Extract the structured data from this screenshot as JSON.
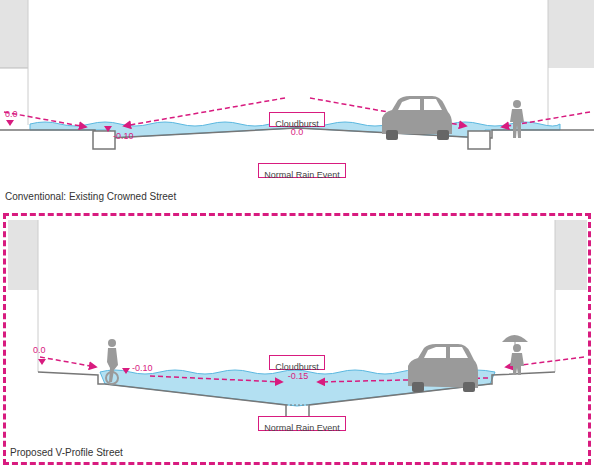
{
  "diagram": {
    "nodes": [
      {
        "text": [
          "Cloudburst"
        ]
      },
      {
        "text": [
          "Normal Rain Event"
        ]
      },
      {
        "text": [
          "Proposed V-Profile Street"
        ]
      },
      {
        "text": [
          "Cloudburst"
        ],
        "in": 2
      },
      {
        "text": [
          "Normal Rain Event"
        ],
        "in": 2
      }
    ],
    "labels": [
      "0.0",
      "-0.10",
      "0.0",
      "Conventional: Existing Crowned Street",
      "0.0",
      "-0.10",
      "-0.15"
    ]
  }
}
